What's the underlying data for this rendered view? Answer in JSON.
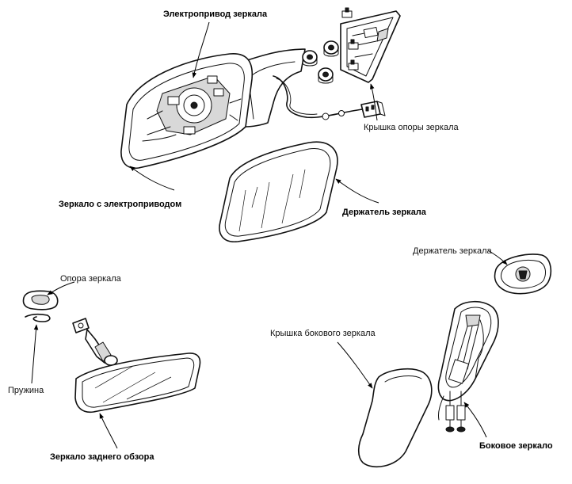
{
  "labels": {
    "power_drive": "Электропривод зеркала",
    "mount_cover": "Крышка опоры зеркала",
    "power_mirror": "Зеркало с электроприводом",
    "mirror_holder_top": "Держатель зеркала",
    "mirror_holder_right": "Держатель зеркала",
    "mirror_mount": "Опора зеркала",
    "spring": "Пружина",
    "rearview_mirror": "Зеркало заднего обзора",
    "side_mirror_cover": "Крышка бокового зеркала",
    "side_mirror": "Боковое зеркало"
  }
}
